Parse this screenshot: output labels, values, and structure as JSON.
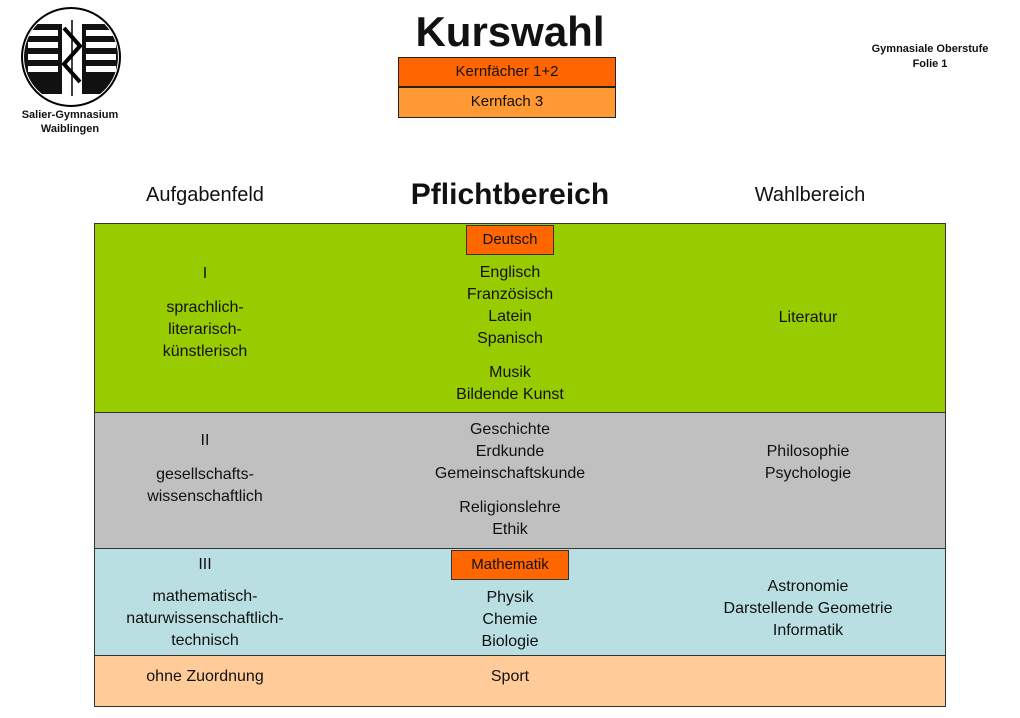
{
  "header": {
    "title": "Kurswahl",
    "school_line1": "Salier-Gymnasium",
    "school_line2": "Waiblingen",
    "top_right_line1": "Gymnasiale Oberstufe",
    "top_right_line2": "Folie 1"
  },
  "legend": {
    "kernfaecher": "Kernfächer 1+2",
    "kernfach3": "Kernfach 3"
  },
  "columns": {
    "aufgabenfeld": "Aufgabenfeld",
    "pflichtbereich": "Pflichtbereich",
    "wahlbereich": "Wahlbereich"
  },
  "rows": {
    "r1": {
      "numeral": "I",
      "field_line1": "sprachlich-",
      "field_line2": "literarisch-",
      "field_line3": "künstlerisch",
      "core": "Deutsch",
      "p1": "Englisch",
      "p2": "Französisch",
      "p3": "Latein",
      "p4": "Spanisch",
      "p5": "Musik",
      "p6": "Bildende Kunst",
      "w1": "Literatur"
    },
    "r2": {
      "numeral": "II",
      "field_line1": "gesellschafts-",
      "field_line2": "wissenschaftlich",
      "p1": "Geschichte",
      "p2": "Erdkunde",
      "p3": "Gemeinschaftskunde",
      "p4": "Religionslehre",
      "p5": "Ethik",
      "w1": "Philosophie",
      "w2": "Psychologie"
    },
    "r3": {
      "numeral": "III",
      "field_line1": "mathematisch-",
      "field_line2": "naturwissenschaftlich-",
      "field_line3": "technisch",
      "core": "Mathematik",
      "p1": "Physik",
      "p2": "Chemie",
      "p3": "Biologie",
      "w1": "Astronomie",
      "w2": "Darstellende Geometrie",
      "w3": "Informatik"
    },
    "r4": {
      "field": "ohne Zuordnung",
      "p1": "Sport"
    }
  },
  "colors": {
    "kernfaecher": "#ff6600",
    "kernfach3": "#ff9933",
    "field1": "#99cc00",
    "field2": "#c0c0c0",
    "field3": "#b9dfe3",
    "field4": "#ffcc99"
  }
}
